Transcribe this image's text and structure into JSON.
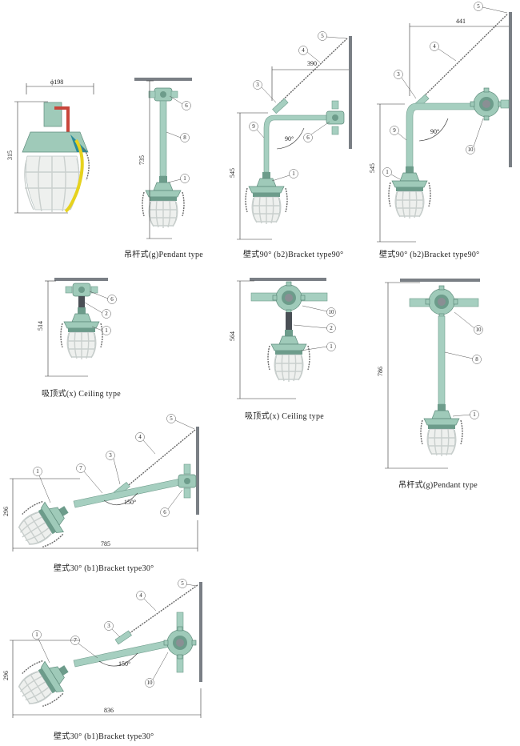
{
  "colors": {
    "body": "#9fcab9",
    "pipe": "#a6cfc0",
    "wall": "#7a7f85",
    "glass": "#eef0ee",
    "cutaway_red": "#c8453a",
    "cable_yellow": "#e6d21e",
    "cage": "#c9cfcd"
  },
  "views": [
    {
      "id": "sectional",
      "dims": {
        "width": "ϕ198",
        "height": "315"
      }
    },
    {
      "id": "pendant-1",
      "dims": {
        "height": "735"
      },
      "callouts": [
        "6",
        "8",
        "1"
      ],
      "caption": "吊杆式(g)Pendant   type"
    },
    {
      "id": "bracket90-1",
      "dims": {
        "width": "390",
        "height": "545",
        "angle": "90°"
      },
      "callouts": [
        "5",
        "4",
        "3",
        "9",
        "6",
        "1"
      ],
      "caption": "壁式90°  (b2)Bracket  type90°"
    },
    {
      "id": "bracket90-2",
      "dims": {
        "width": "441",
        "height": "545",
        "angle": "90°"
      },
      "callouts": [
        "5",
        "4",
        "3",
        "9",
        "10",
        "1"
      ],
      "caption": "壁式90°  (b2)Bracket  type90°"
    },
    {
      "id": "ceiling-1",
      "dims": {
        "height": "514"
      },
      "callouts": [
        "6",
        "2",
        "1"
      ],
      "caption": "吸顶式(x) Ceiling   type"
    },
    {
      "id": "ceiling-2",
      "dims": {
        "height": "564"
      },
      "callouts": [
        "10",
        "2",
        "1"
      ],
      "caption": "吸顶式(x) Ceiling    type"
    },
    {
      "id": "pendant-2",
      "dims": {
        "height": "786"
      },
      "callouts": [
        "10",
        "8",
        "1"
      ],
      "caption": "吊杆式(g)Pendant    type"
    },
    {
      "id": "bracket30-1",
      "dims": {
        "width": "785",
        "height": "296",
        "angle": "150°"
      },
      "callouts": [
        "5",
        "4",
        "3",
        "7",
        "1",
        "6"
      ],
      "caption": "壁式30°  (b1)Bracket  type30°"
    },
    {
      "id": "bracket30-2",
      "dims": {
        "width": "836",
        "height": "296",
        "angle": "150°"
      },
      "callouts": [
        "5",
        "4",
        "3",
        "7",
        "1",
        "10"
      ],
      "caption": "壁式30°  (b1)Bracket  type30°"
    }
  ]
}
